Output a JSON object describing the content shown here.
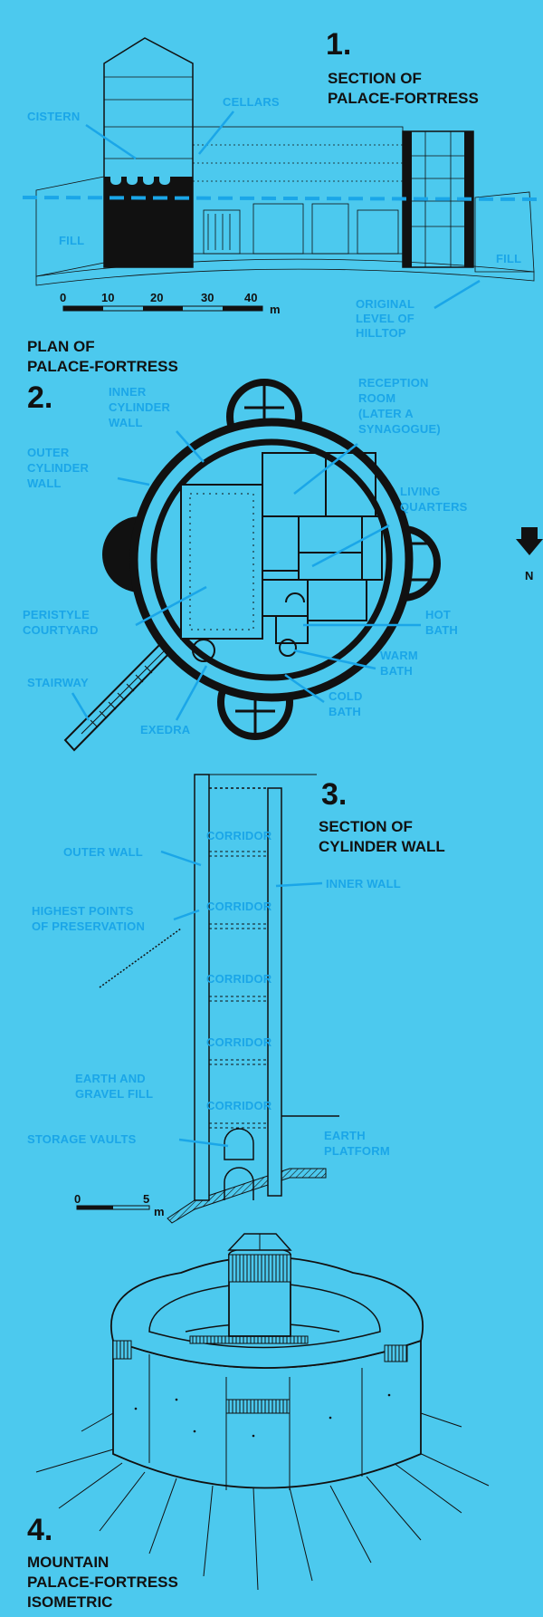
{
  "sections": {
    "s1": {
      "number": "1.",
      "title": [
        "SECTION OF",
        "PALACE-FORTRESS"
      ],
      "labels": {
        "cistern": "CISTERN",
        "cellars": "CELLARS",
        "fill_left": "FILL",
        "fill_right": "FILL",
        "original_level": [
          "ORIGINAL",
          "LEVEL OF",
          "HILLTOP"
        ]
      },
      "scale": {
        "ticks": [
          "0",
          "10",
          "20",
          "30",
          "40"
        ],
        "unit": "m"
      }
    },
    "s2": {
      "number": "2.",
      "title": [
        "PLAN OF",
        "PALACE-FORTRESS"
      ],
      "labels": {
        "inner_cylinder": [
          "INNER",
          "CYLINDER",
          "WALL"
        ],
        "reception": [
          "RECEPTION",
          "ROOM",
          "(LATER A",
          "SYNAGOGUE)"
        ],
        "outer_cylinder": [
          "OUTER",
          "CYLINDER",
          "WALL"
        ],
        "living": [
          "LIVING",
          "QUARTERS"
        ],
        "peristyle": [
          "PERISTYLE",
          "COURTYARD"
        ],
        "hot_bath": [
          "HOT",
          "BATH"
        ],
        "warm_bath": [
          "WARM",
          "BATH"
        ],
        "stairway": "STAIRWAY",
        "cold_bath": [
          "COLD",
          "BATH"
        ],
        "exedra": "EXEDRA"
      },
      "north": "N"
    },
    "s3": {
      "number": "3.",
      "title": [
        "SECTION OF",
        "CYLINDER WALL"
      ],
      "labels": {
        "corridor": "CORRIDOR",
        "outer_wall": "OUTER WALL",
        "inner_wall": "INNER WALL",
        "highest_points": [
          "HIGHEST POINTS",
          "OF PRESERVATION"
        ],
        "earth_gravel": [
          "EARTH AND",
          "GRAVEL FILL"
        ],
        "storage_vaults": "STORAGE VAULTS",
        "earth_platform": [
          "EARTH",
          "PLATFORM"
        ]
      },
      "scale": {
        "ticks": [
          "0",
          "5"
        ],
        "unit": "m"
      }
    },
    "s4": {
      "number": "4.",
      "title": [
        "MOUNTAIN",
        "PALACE-FORTRESS",
        "ISOMETRIC"
      ]
    }
  },
  "colors": {
    "background": "#4cc9ee",
    "label_blue": "#1aa6e8",
    "ink": "#111111"
  }
}
